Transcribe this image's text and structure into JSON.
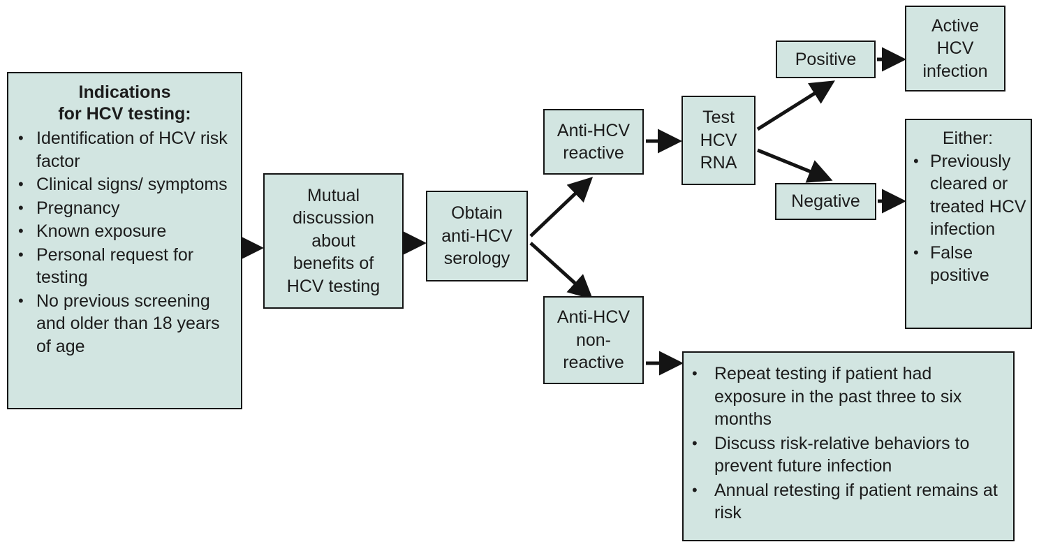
{
  "diagram": {
    "title": "HCV testing algorithm flowchart",
    "colors": {
      "node_fill": "#d2e5e1",
      "node_border": "#141414",
      "text": "#1c1c1c",
      "arrow": "#141414",
      "background": "#ffffff"
    },
    "nodes": {
      "indications": {
        "title": "Indications\nfor HCV testing:",
        "bullets": [
          "Identification of HCV risk factor",
          "Clinical signs/ symptoms",
          "Pregnancy",
          "Known exposure",
          "Personal request for testing",
          "No previous screening and older than 18 years of age"
        ]
      },
      "mutual_discussion": {
        "label": "Mutual\ndiscussion\nabout\nbenefits of\nHCV testing"
      },
      "obtain_serology": {
        "label": "Obtain\nanti-HCV\nserology"
      },
      "anti_hcv_reactive": {
        "label": "Anti-HCV\nreactive"
      },
      "anti_hcv_nonreactive": {
        "label": "Anti-HCV\nnon-\nreactive"
      },
      "test_hcv_rna": {
        "label": "Test\nHCV\nRNA"
      },
      "positive": {
        "label": "Positive"
      },
      "negative": {
        "label": "Negative"
      },
      "active_infection": {
        "label": "Active\nHCV\ninfection"
      },
      "either": {
        "title": "Either:",
        "bullets": [
          "Previously cleared or treated HCV infection",
          "False positive"
        ]
      },
      "nonreactive_actions": {
        "bullets": [
          "Repeat testing if patient had exposure in the past three to six months",
          "Discuss risk-relative behaviors to prevent future infection",
          "Annual retesting if patient remains at risk"
        ]
      }
    },
    "edges": [
      {
        "name": "indications-to-mutual",
        "from": "indications",
        "to": "mutual_discussion"
      },
      {
        "name": "mutual-to-serology",
        "from": "mutual_discussion",
        "to": "obtain_serology"
      },
      {
        "name": "serology-to-reactive",
        "from": "obtain_serology",
        "to": "anti_hcv_reactive"
      },
      {
        "name": "serology-to-nonreactive",
        "from": "obtain_serology",
        "to": "anti_hcv_nonreactive"
      },
      {
        "name": "reactive-to-rna",
        "from": "anti_hcv_reactive",
        "to": "test_hcv_rna"
      },
      {
        "name": "rna-to-positive",
        "from": "test_hcv_rna",
        "to": "positive"
      },
      {
        "name": "rna-to-negative",
        "from": "test_hcv_rna",
        "to": "negative"
      },
      {
        "name": "positive-to-active",
        "from": "positive",
        "to": "active_infection"
      },
      {
        "name": "negative-to-either",
        "from": "negative",
        "to": "either"
      },
      {
        "name": "nonreactive-to-actions",
        "from": "anti_hcv_nonreactive",
        "to": "nonreactive_actions"
      }
    ],
    "bullet_glyph": "•"
  }
}
